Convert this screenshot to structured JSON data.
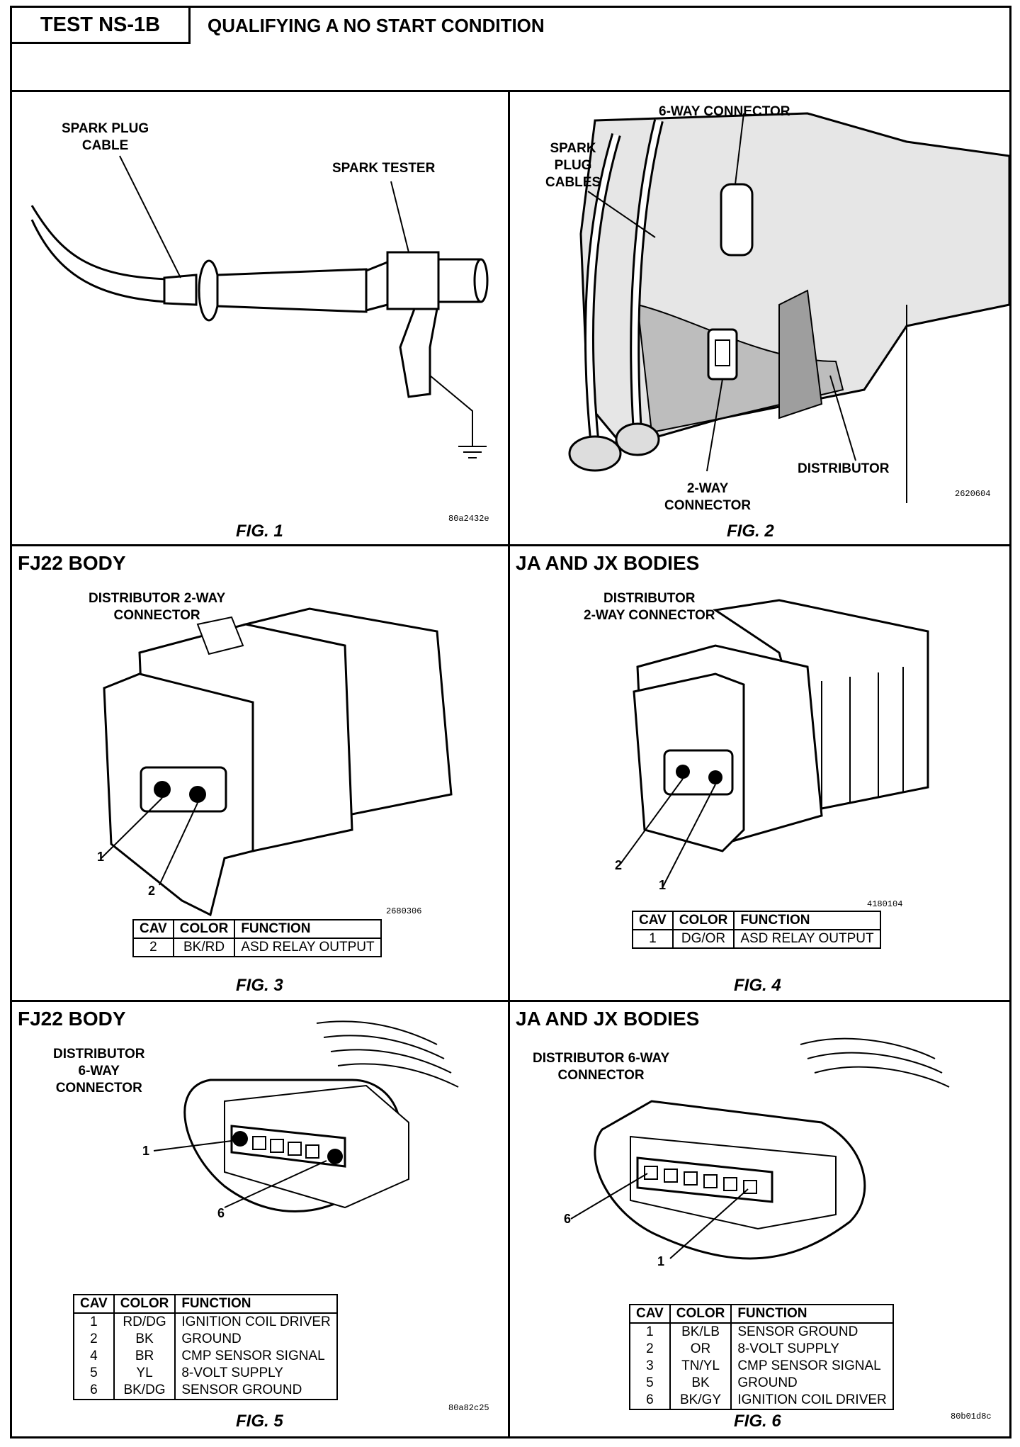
{
  "header": {
    "test_id": "TEST NS-1B",
    "title": "QUALIFYING A NO START CONDITION"
  },
  "fig1": {
    "caption": "FIG. 1",
    "code": "80a2432e",
    "labels": {
      "spark_plug_cable": "SPARK PLUG\nCABLE",
      "spark_tester": "SPARK TESTER"
    }
  },
  "fig2": {
    "caption": "FIG. 2",
    "code": "2620604",
    "labels": {
      "six_way": "6-WAY CONNECTOR",
      "spark_plug_cables": "SPARK\nPLUG\nCABLES",
      "two_way": "2-WAY\nCONNECTOR",
      "distributor": "DISTRIBUTOR"
    }
  },
  "fig3": {
    "caption": "FIG. 3",
    "code": "2680306",
    "body": "FJ22 BODY",
    "connector_label": "DISTRIBUTOR 2-WAY\nCONNECTOR",
    "cavity_labels": [
      "1",
      "2"
    ],
    "table": {
      "headers": [
        "CAV",
        "COLOR",
        "FUNCTION"
      ],
      "rows": [
        [
          "2",
          "BK/RD",
          "ASD RELAY OUTPUT"
        ]
      ]
    }
  },
  "fig4": {
    "caption": "FIG. 4",
    "code": "4180104",
    "body": "JA AND JX BODIES",
    "connector_label": "DISTRIBUTOR\n2-WAY CONNECTOR",
    "cavity_labels": [
      "2",
      "1"
    ],
    "table": {
      "headers": [
        "CAV",
        "COLOR",
        "FUNCTION"
      ],
      "rows": [
        [
          "1",
          "DG/OR",
          "ASD RELAY OUTPUT"
        ]
      ]
    }
  },
  "fig5": {
    "caption": "FIG. 5",
    "code": "80a82c25",
    "body": "FJ22 BODY",
    "connector_label": "DISTRIBUTOR\n6-WAY\nCONNECTOR",
    "cavity_labels": [
      "1",
      "6"
    ],
    "table": {
      "headers": [
        "CAV",
        "COLOR",
        "FUNCTION"
      ],
      "rows": [
        [
          "1",
          "RD/DG",
          "IGNITION COIL DRIVER"
        ],
        [
          "2",
          "BK",
          "GROUND"
        ],
        [
          "4",
          "BR",
          "CMP SENSOR SIGNAL"
        ],
        [
          "5",
          "YL",
          "8-VOLT SUPPLY"
        ],
        [
          "6",
          "BK/DG",
          "SENSOR GROUND"
        ]
      ]
    }
  },
  "fig6": {
    "caption": "FIG. 6",
    "code": "80b01d8c",
    "body": "JA AND JX BODIES",
    "connector_label": "DISTRIBUTOR 6-WAY\nCONNECTOR",
    "cavity_labels": [
      "6",
      "1"
    ],
    "table": {
      "headers": [
        "CAV",
        "COLOR",
        "FUNCTION"
      ],
      "rows": [
        [
          "1",
          "BK/LB",
          "SENSOR GROUND"
        ],
        [
          "2",
          "OR",
          "8-VOLT SUPPLY"
        ],
        [
          "3",
          "TN/YL",
          "CMP SENSOR SIGNAL"
        ],
        [
          "5",
          "BK",
          "GROUND"
        ],
        [
          "6",
          "BK/GY",
          "IGNITION COIL DRIVER"
        ]
      ]
    }
  }
}
